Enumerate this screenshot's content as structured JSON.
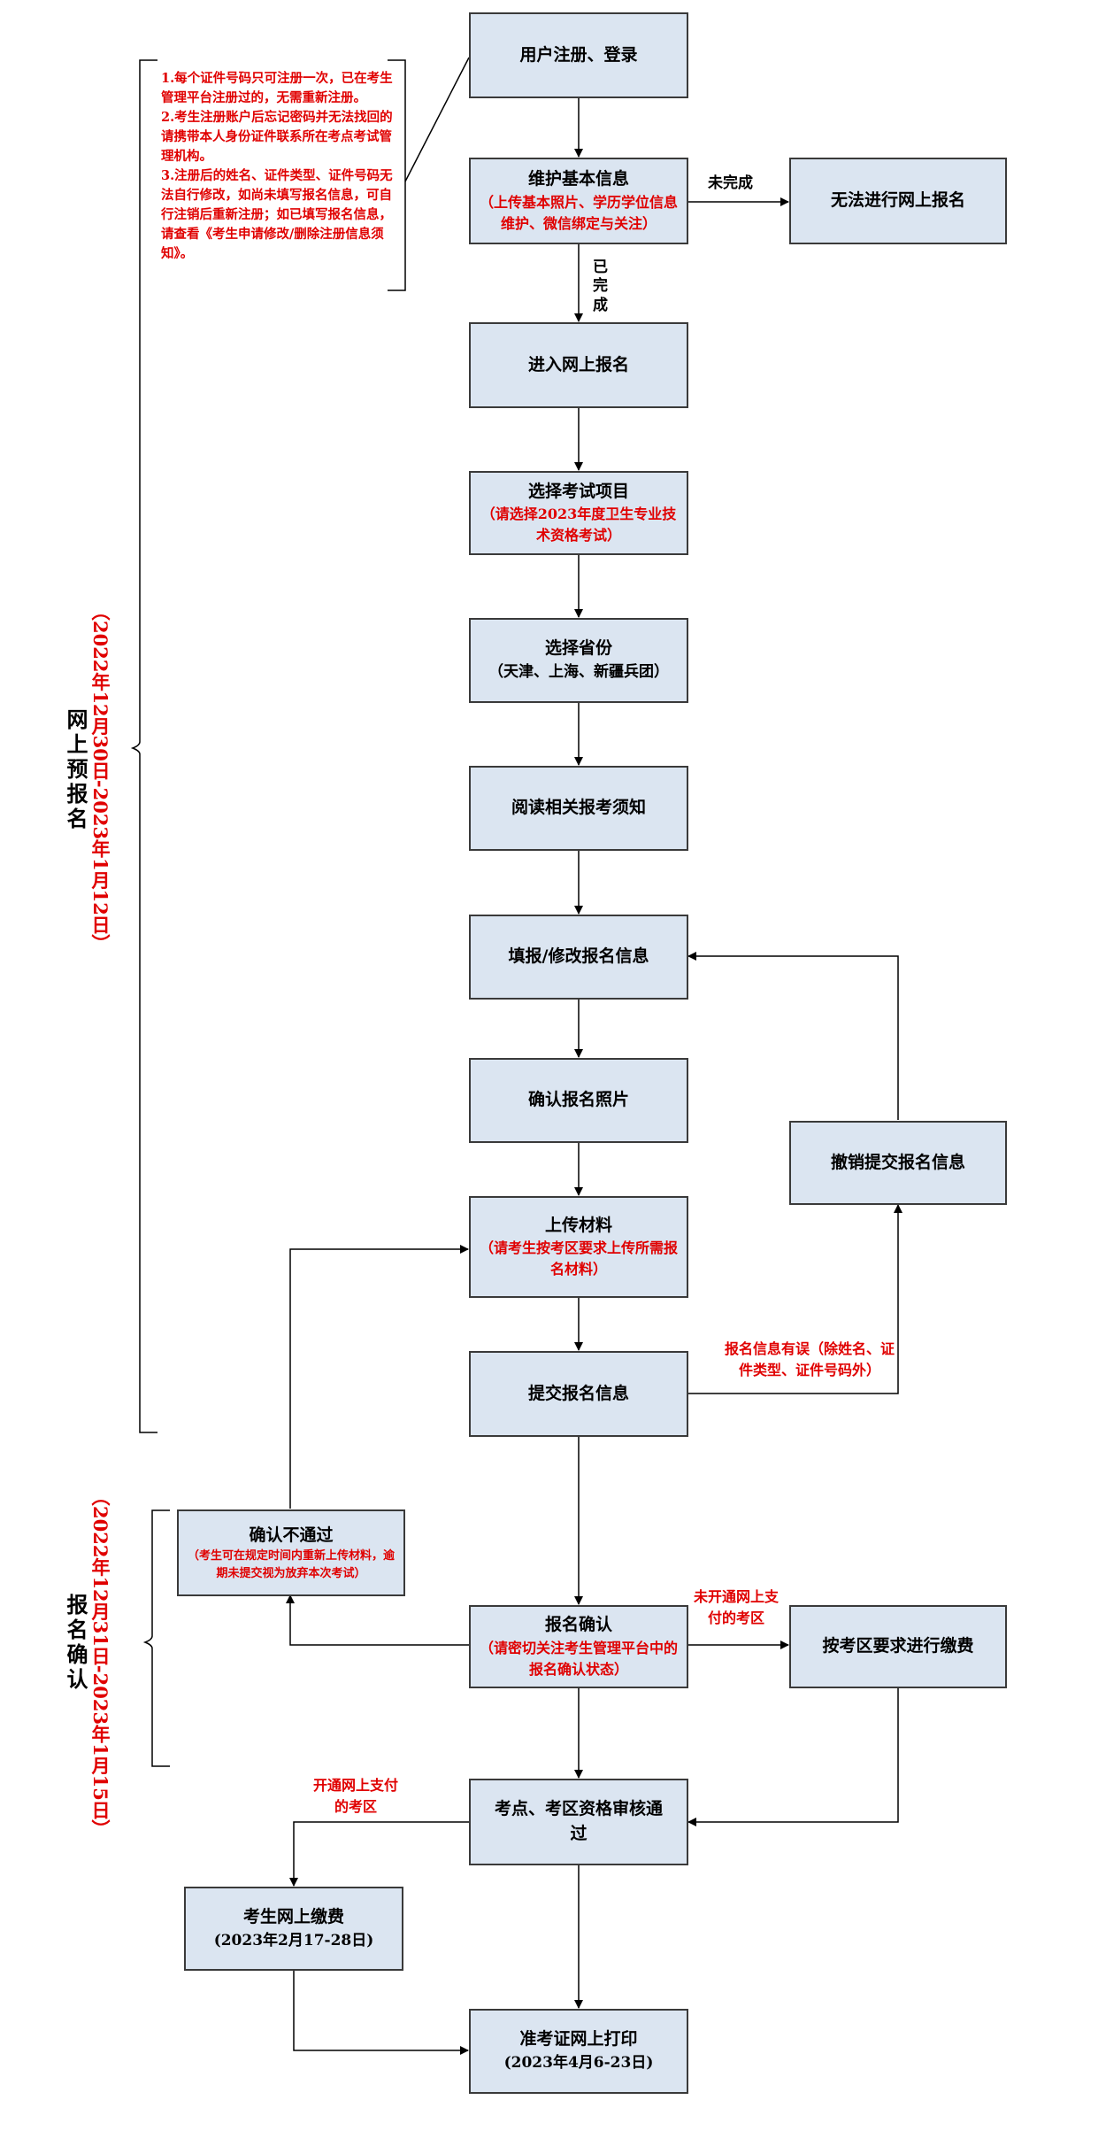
{
  "phase1": {
    "label": "网上预报名",
    "date": "（2022年12月30日-2023年1月12日）"
  },
  "phase2": {
    "label": "报名确认",
    "date": "（2022年12月31日-2023年1月15日）"
  },
  "note": {
    "line1": "1.每个证件号码只可注册一次，已在考生管理平台注册过的，无需重新注册。",
    "line2": "2.考生注册账户后忘记密码并无法找回的请携带本人身份证件联系所在考点考试管理机构。",
    "line3": "3.注册后的姓名、证件类型、证件号码无法自行修改，如尚未填写报名信息，可自行注销后重新注册；如已填写报名信息，请查看《考生申请修改/删除注册信息须知》。"
  },
  "steps": {
    "register": "用户注册、登录",
    "basic_info": {
      "title": "维护基本信息",
      "sub": "（上传基本照片、学历学位信息维护、微信绑定与关注）"
    },
    "cannot_register": "无法进行网上报名",
    "enter": "进入网上报名",
    "select_exam": {
      "title": "选择考试项目",
      "sub": "（请选择2023年度卫生专业技术资格考试）"
    },
    "select_province": {
      "title": "选择省份",
      "sub": "（天津、上海、新疆兵团）"
    },
    "read_notice": "阅读相关报考须知",
    "fill_info": "填报/修改报名信息",
    "confirm_photo": "确认报名照片",
    "revoke": "撤销提交报名信息",
    "upload": {
      "title": "上传材料",
      "sub": "（请考生按考区要求上传所需报名材料）"
    },
    "submit": "提交报名信息",
    "reject": {
      "title": "确认不通过",
      "sub": "（考生可在规定时间内重新上传材料，逾期未提交视为放弃本次考试）"
    },
    "confirm": {
      "title": "报名确认",
      "sub": "（请密切关注考生管理平台中的报名确认状态）"
    },
    "pay_local": "按考区要求进行缴费",
    "review": "考点、考区资格审核通过",
    "pay_online": {
      "title": "考生网上缴费",
      "sub": "(2023年2月17-28日)"
    },
    "print": {
      "title": "准考证网上打印",
      "sub": "(2023年4月6-23日)"
    }
  },
  "edge_labels": {
    "incomplete": "未完成",
    "completed": "已完成",
    "info_error": "报名信息有误（除姓名、证件类型、证件号码外）",
    "no_online_pay": "未开通网上支付的考区",
    "online_pay": "开通网上支付的考区"
  }
}
